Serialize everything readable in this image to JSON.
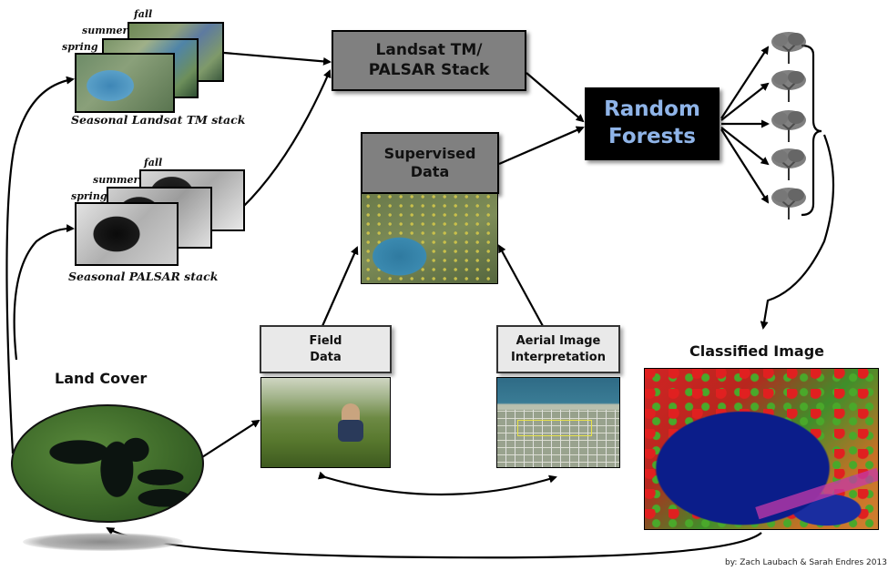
{
  "landsat_stack": {
    "caption": "Seasonal Landsat TM stack",
    "seasons": [
      "fall",
      "summer",
      "spring"
    ]
  },
  "palsar_stack": {
    "caption": "Seasonal PALSAR stack",
    "seasons": [
      "fall",
      "summer",
      "spring"
    ]
  },
  "nodes": {
    "stack_box": "Landsat TM/\nPALSAR Stack",
    "random_forests": "Random\nForests",
    "supervised_data": "Supervised\nData",
    "field_data": "Field\nData",
    "aerial": "Aerial Image\nInterpretation",
    "classified_image": "Classified Image",
    "land_cover": "Land Cover"
  },
  "credit": "by: Zach Laubach & Sarah Endres 2013"
}
